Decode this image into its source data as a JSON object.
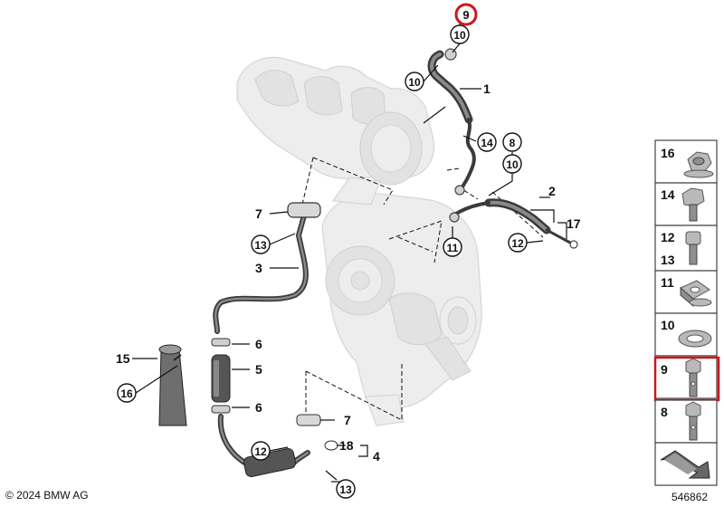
{
  "footer": {
    "copyright": "© 2024 BMW AG",
    "diagram_number": "546862"
  },
  "colors": {
    "highlight": "#d0151c",
    "line": "#111111",
    "ghost_part": "#ededed",
    "hose": "#3a3a3a"
  },
  "callouts": {
    "c1": "1",
    "c2": "2",
    "c3": "3",
    "c4": "4",
    "c5": "5",
    "c6a": "6",
    "c6b": "6",
    "c7a": "7",
    "c7b": "7",
    "c8": "8",
    "c9_top": "9",
    "c10a": "10",
    "c10b": "10",
    "c10c": "10",
    "c11": "11",
    "c12a": "12",
    "c12b": "12",
    "c13a": "13",
    "c13b": "13",
    "c14": "14",
    "c15": "15",
    "c16": "16",
    "c17": "17",
    "c18": "18"
  },
  "legend": [
    {
      "label": "16",
      "icon": "flange-nut-icon"
    },
    {
      "label": "14",
      "icon": "hex-bolt-icon"
    },
    {
      "label": "12",
      "label2": "13",
      "icon": "socket-screw-icon"
    },
    {
      "label": "11",
      "icon": "square-washer-icon"
    },
    {
      "label": "10",
      "icon": "sealing-ring-icon"
    },
    {
      "label": "9",
      "icon": "banjo-bolt-icon",
      "highlighted": true
    },
    {
      "label": "8",
      "icon": "banjo-bolt-long-icon"
    }
  ]
}
